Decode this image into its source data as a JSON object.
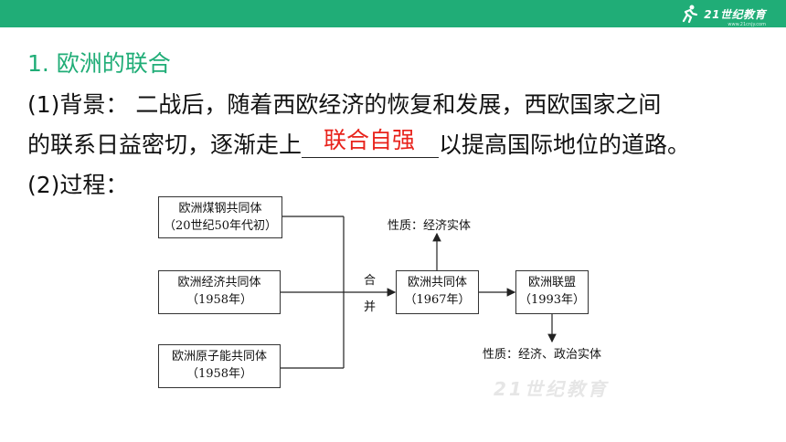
{
  "header": {
    "logo_text": "21世纪教育",
    "logo_subtext": "www.21cnjy.com"
  },
  "heading": "1. 欧洲的联合",
  "paragraph": {
    "line1": "(1)背景： 二战后，随着西欧经济的恢复和发展，西欧国家之间",
    "line2_before": "的联系日益密切，逐渐走上",
    "answer": "联合自强",
    "line2_after": "以提高国际地位的道路。",
    "line3": "(2)过程："
  },
  "diagram": {
    "sources": [
      {
        "name": "欧洲煤钢共同体",
        "date": "（20世纪50年代初）"
      },
      {
        "name": "欧洲经济共同体",
        "date": "（1958年）"
      },
      {
        "name": "欧洲原子能共同体",
        "date": "（1958年）"
      }
    ],
    "merge_label_1": "合",
    "merge_label_2": "并",
    "ec": {
      "name": "欧洲共同体",
      "date": "（1967年）"
    },
    "eu": {
      "name": "欧洲联盟",
      "date": "（1993年）"
    },
    "ec_nature": "性质：经济实体",
    "eu_nature": "性质：经济、政治实体"
  },
  "watermark": "21世纪教育"
}
